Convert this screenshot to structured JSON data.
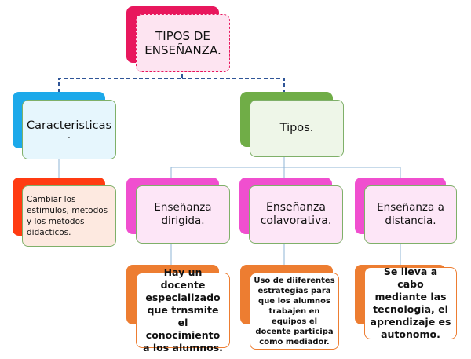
{
  "root": {
    "label": "TIPOS DE ENSEÑANZA."
  },
  "branches": {
    "caracteristicas": {
      "label": "Caracteristicas",
      "sub": "."
    },
    "tipos": {
      "label": "Tipos."
    }
  },
  "caracteristicas_detail": {
    "text": "Cambiar los estimulos, metodos y los metodos didacticos."
  },
  "tipos_children": [
    {
      "label": "Enseñanza dirigida.",
      "detail": "Hay un docente especializado que trnsmite el conocimiento a los alumnos."
    },
    {
      "label": "Enseñanza colavorativa.",
      "detail": "Uso de diiferentes estrategias para que los alumnos trabajen en equipos el docente participa como mediador."
    },
    {
      "label": "Enseñanza a distancia.",
      "detail": "Se lleva a cabo mediante las tecnologia, el aprendizaje es autonomo."
    }
  ],
  "colors": {
    "root_shadow": "#e8175d",
    "root_fill": "#fde4f1",
    "caracteristicas_shadow": "#1ca9ea",
    "caracteristicas_fill": "#e6f6fd",
    "tipos_shadow": "#70ad47",
    "tipos_fill": "#eef6e8",
    "red_shadow": "#ff3b12",
    "detail_fill": "#fde9e0",
    "pink_shadow": "#f04fcf",
    "pink_fill": "#fde6f7",
    "orange_shadow": "#ed7d31",
    "orange_fill": "#ffffff",
    "connector_dashed": "#2f5597",
    "connector_solid": "#8fb4d6"
  }
}
